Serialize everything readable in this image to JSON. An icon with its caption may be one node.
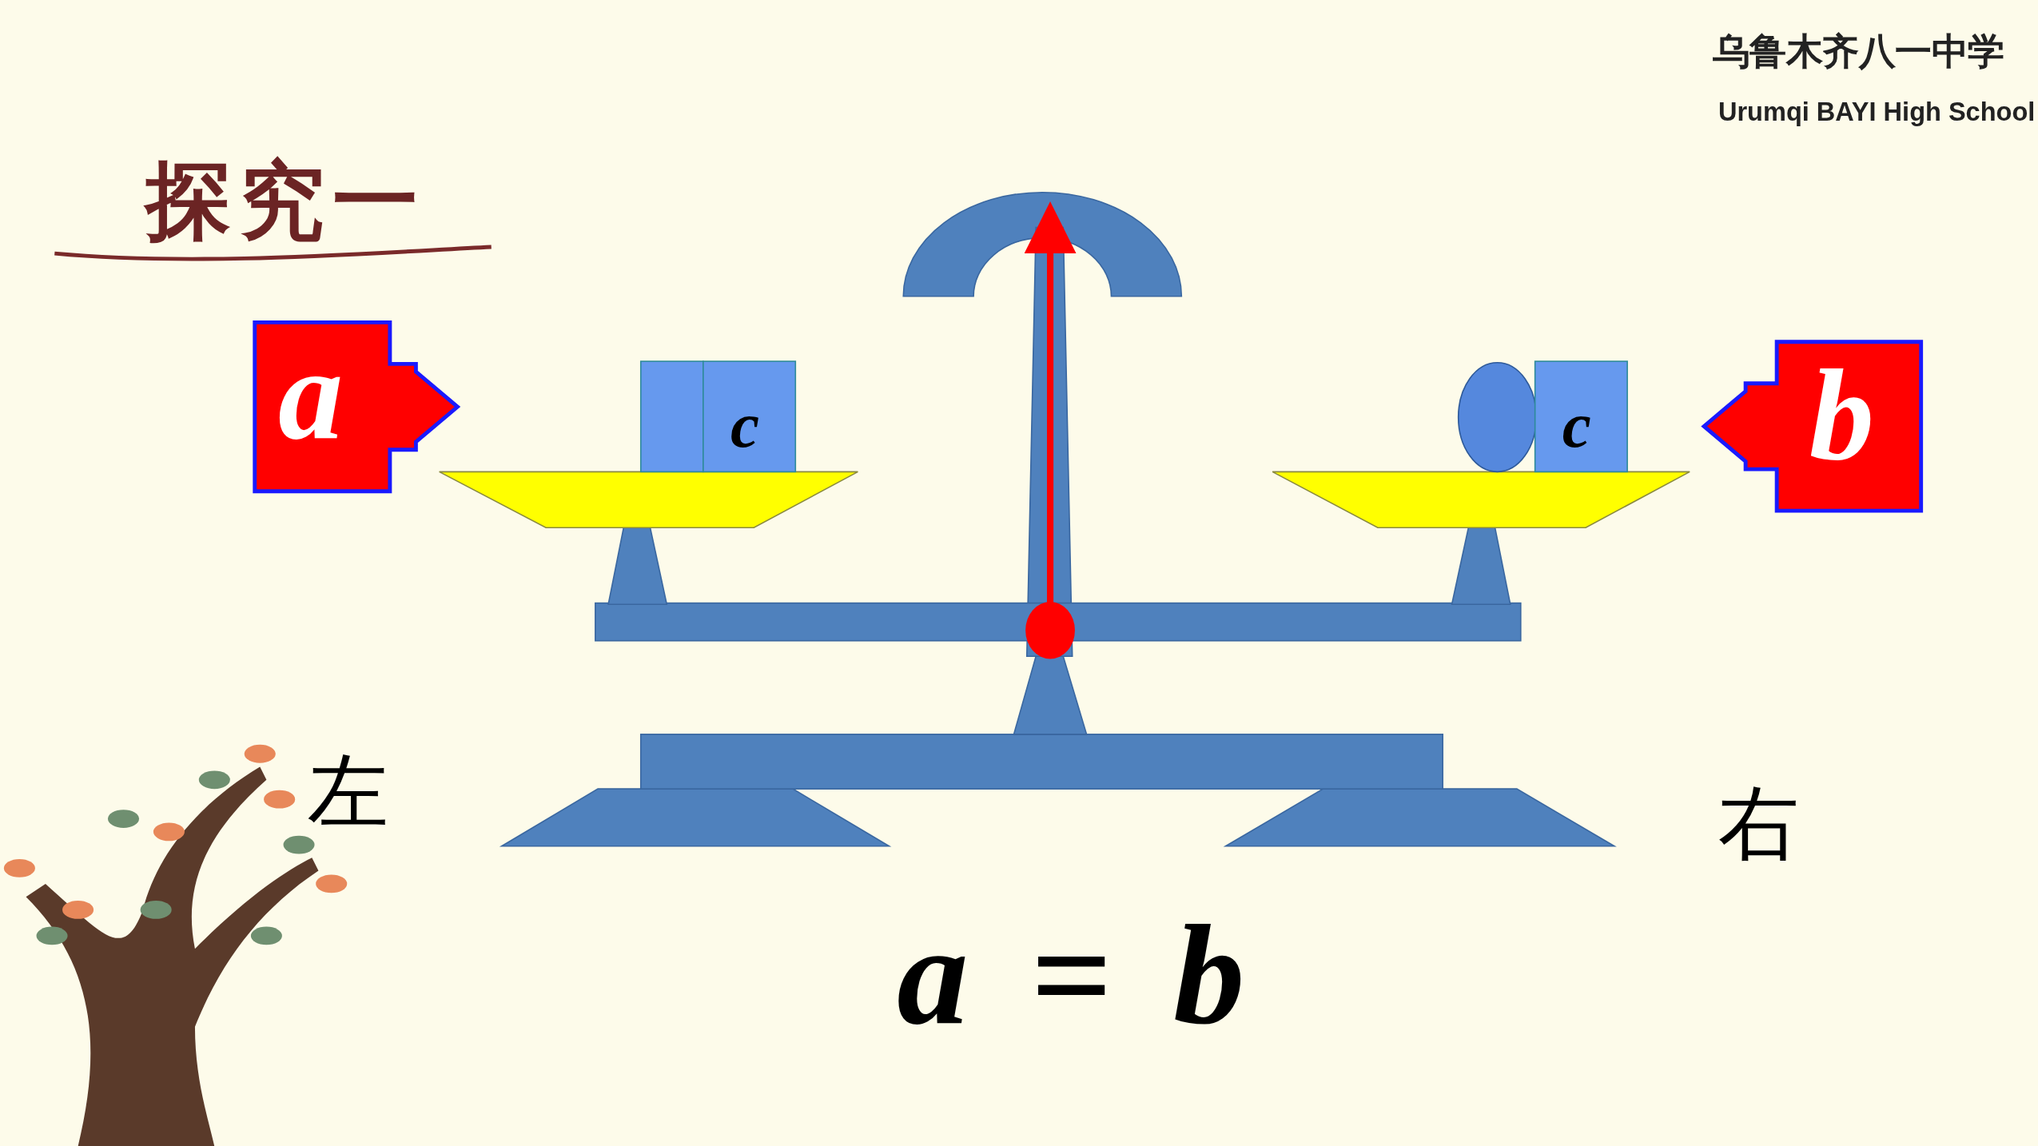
{
  "diagram": {
    "title": "探究一",
    "labels": [
      "乌鲁木齐八一中学",
      "Urumqi BAYI High School",
      "a",
      "c",
      "c",
      "b",
      "左",
      "右",
      "a = b"
    ]
  }
}
